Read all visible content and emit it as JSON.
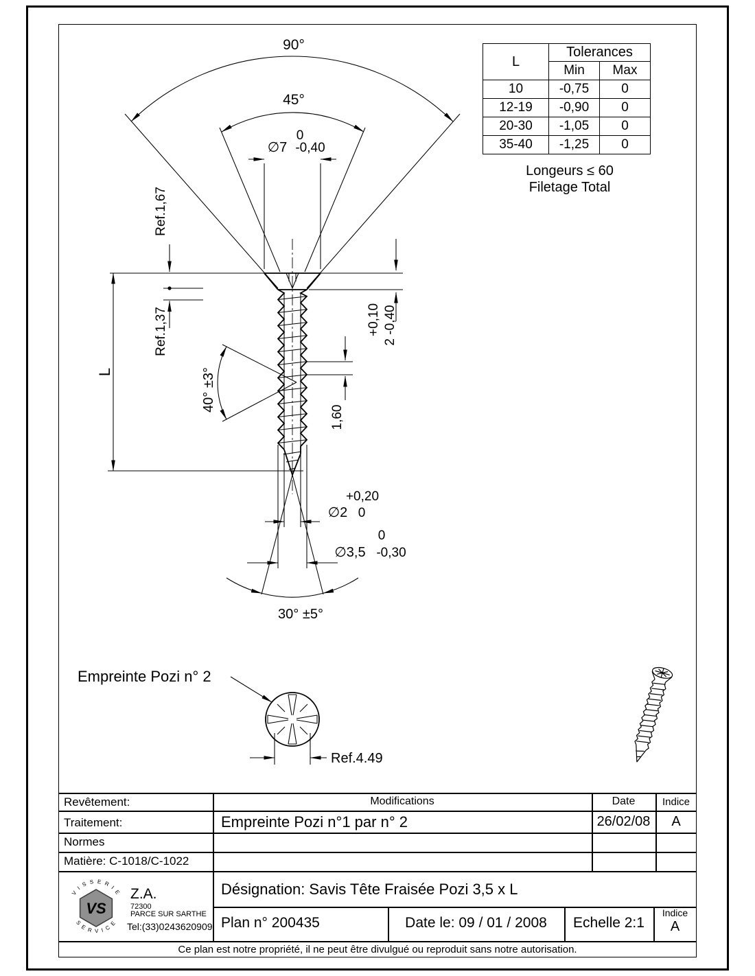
{
  "colors": {
    "line": "#000000",
    "logo_gray": "#909090"
  },
  "tolerances": {
    "l_header": "L",
    "title": "Tolerances",
    "min": "Min",
    "max": "Max",
    "rows": [
      [
        "10",
        "-0,75",
        "0"
      ],
      [
        "12-19",
        "-0,90",
        "0"
      ],
      [
        "20-30",
        "-1,05",
        "0"
      ],
      [
        "35-40",
        "-1,25",
        "0"
      ]
    ],
    "note1": "Longeurs ≤ 60",
    "note2": "Filetage Total"
  },
  "dims": {
    "a90": "90°",
    "a45": "45°",
    "d7_top": "0",
    "d7": "∅7",
    "d7_bot": "-0,40",
    "ref167": "Ref.1,67",
    "ref137": "Ref.1,37",
    "len": "L",
    "a40": "40° ±3°",
    "hh_top": "+0,10",
    "hh": "2 -0,40",
    "pitch": "1,60",
    "d2_top": "+0,20",
    "d2": "∅2",
    "d2_bot": "0",
    "d35_top": "0",
    "d35": "∅3,5",
    "d35_bot": "-0,30",
    "a30": "30° ±5°",
    "pozi": "Empreinte Pozi n° 2",
    "ref449": "Ref.4.49"
  },
  "block": {
    "revetement": "Revêtement:",
    "traitement": "Traitement:",
    "normes": "Normes",
    "matiere": "Matière: C-1018/C-1022",
    "modifications": "Modifications",
    "date": "Date",
    "indice": "Indice",
    "mod_entry": "Empreinte Pozi n°1 par n° 2",
    "mod_date": "26/02/08",
    "mod_indice": "A",
    "designation": "Désignation: Savis Tête Fraisée Pozi  3,5 x L",
    "plan": "Plan n° 200435",
    "date_le": "Date le: 09 / 01 / 2008",
    "echelle": "Echelle 2:1",
    "indice2": "Indice",
    "indice2_val": "A",
    "notice": "Ce plan est notre propriété, il ne peut être divulgué ou reproduit sans notre autorisation."
  },
  "logo": {
    "arc_top": "V I S S E R I E",
    "arc_bottom": "S E R V I C E",
    "monogram": "VS",
    "za": "Z.A.",
    "cp": "72300",
    "ville": "PARCE SUR SARTHE",
    "tel": "Tel:(33)0243620909"
  }
}
